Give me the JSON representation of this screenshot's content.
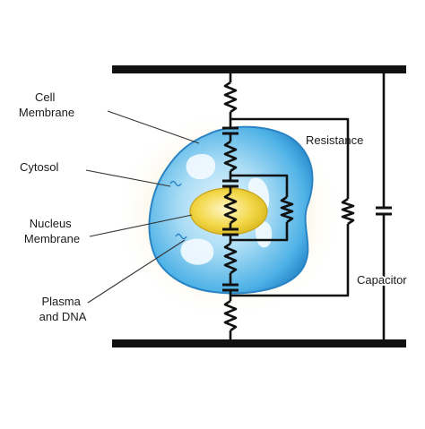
{
  "labels": {
    "cell_membrane": [
      "Cell",
      "Membrane"
    ],
    "cytosol": "Cytosol",
    "nucleus_membrane": [
      "Nucleus",
      "Membrane"
    ],
    "plasma_dna": [
      "Plasma",
      "and DNA"
    ],
    "resistance": "Resistance",
    "capacitor": "Capacitor"
  },
  "colors": {
    "line": "#111111",
    "cell_fill": "#5bb8e8",
    "cell_edge": "#2f86c8",
    "nucleus_fill": "#f2d94a",
    "glow": "#f7e7b0"
  }
}
